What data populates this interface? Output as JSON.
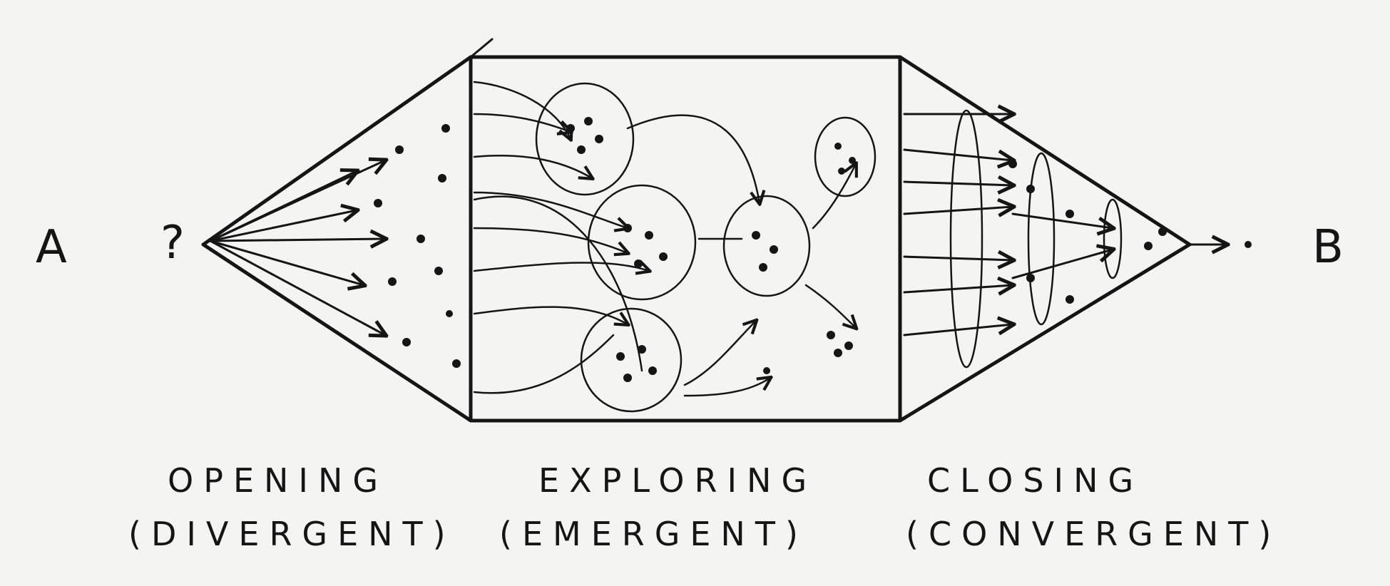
{
  "start_label": "A",
  "question_mark": "?",
  "end_label": "B",
  "phases": [
    {
      "title": "OPENING",
      "subtitle": "(DIVERGENT)"
    },
    {
      "title": "EXPLORING",
      "subtitle": "(EMERGENT)"
    },
    {
      "title": "CLOSING",
      "subtitle": "(CONVERGENT)"
    }
  ],
  "ink_color": "#151515",
  "paper_color": "#f4f4f2"
}
